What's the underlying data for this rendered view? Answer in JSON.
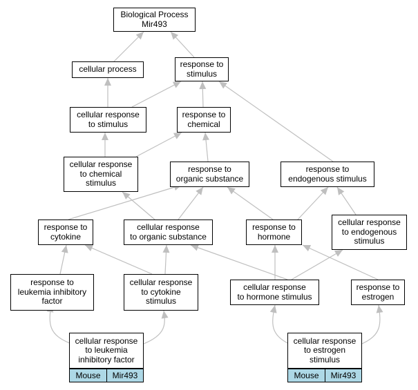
{
  "colors": {
    "edge": "#bfbfbf",
    "node_fill": "#ffffff",
    "node_border": "#000000",
    "tag_fill": "#add8e6"
  },
  "nodes": {
    "root": "Biological Process\nMir493",
    "cellular_process": "cellular process",
    "response_to_stimulus": "response to\nstimulus",
    "cellular_response_to_stimulus": "cellular response\nto stimulus",
    "response_to_chemical": "response to\nchemical",
    "cellular_response_to_chemical_stimulus": "cellular response\nto chemical\nstimulus",
    "response_to_organic_substance": "response to\norganic substance",
    "response_to_endogenous_stimulus": "response to\nendogenous stimulus",
    "response_to_cytokine": "response to\ncytokine",
    "cellular_response_to_organic_substance": "cellular response\nto organic substance",
    "response_to_hormone": "response to\nhormone",
    "cellular_response_to_endogenous_stimulus": "cellular response\nto endogenous\nstimulus",
    "response_to_leukemia_inhibitory_factor": "response to\nleukemia inhibitory\nfactor",
    "cellular_response_to_cytokine_stimulus": "cellular response\nto cytokine\nstimulus",
    "cellular_response_to_hormone_stimulus": "cellular response\nto hormone stimulus",
    "response_to_estrogen": "response to\nestrogen",
    "cellular_response_to_leukemia_inhibitory_factor": "cellular response\nto leukemia\ninhibitory factor",
    "cellular_response_to_estrogen_stimulus": "cellular response\nto estrogen\nstimulus"
  },
  "tags": {
    "left_species": "Mouse",
    "left_gene": "Mir493",
    "right_species": "Mouse",
    "right_gene": "Mir493"
  }
}
